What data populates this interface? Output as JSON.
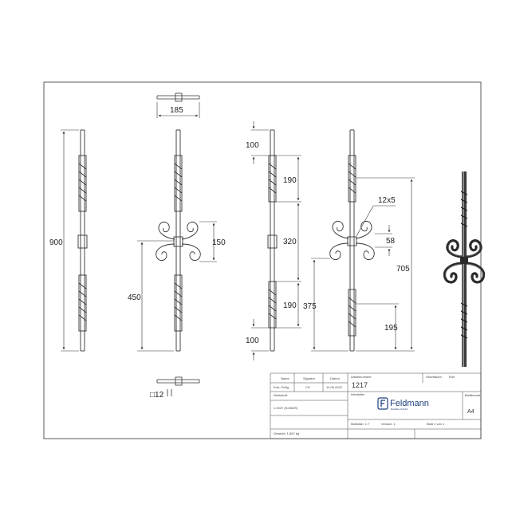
{
  "dimensions": {
    "width_top": "185",
    "height_total": "900",
    "height_lower": "450",
    "scroll_height": "150",
    "seg_100_top": "100",
    "seg_190_top": "190",
    "seg_320": "320",
    "seg_190_bottom": "190",
    "seg_100_bottom": "100",
    "collar": "12x5",
    "seg_58": "58",
    "seg_705": "705",
    "seg_375": "375",
    "seg_195": "195",
    "square": "□12"
  },
  "title_block": {
    "col_name": "Name",
    "col_signature": "Signatur",
    "col_date": "Datum",
    "row_label": "Erst. Prüfg.",
    "signature": "CH",
    "date": "14.06.2022",
    "article_label": "Artikelnummer",
    "article_number": "1217",
    "surface_label": "Oberfläche:",
    "surface_value": "Roh",
    "material_label": "Werkstoff:",
    "material_value": "1.0037 (S235JR)",
    "manufacturer_label": "Hersteller",
    "company": "Feldmann",
    "company_tagline": "Metallbau Zubehör",
    "sheet_format_label": "Blattformat",
    "sheet_format_value": "A4",
    "weight": "Gewicht: 1,897 kg",
    "scale": "Maßstab: 1:7",
    "version": "Version: 1",
    "sheet": "Blatt 1 von 1"
  }
}
